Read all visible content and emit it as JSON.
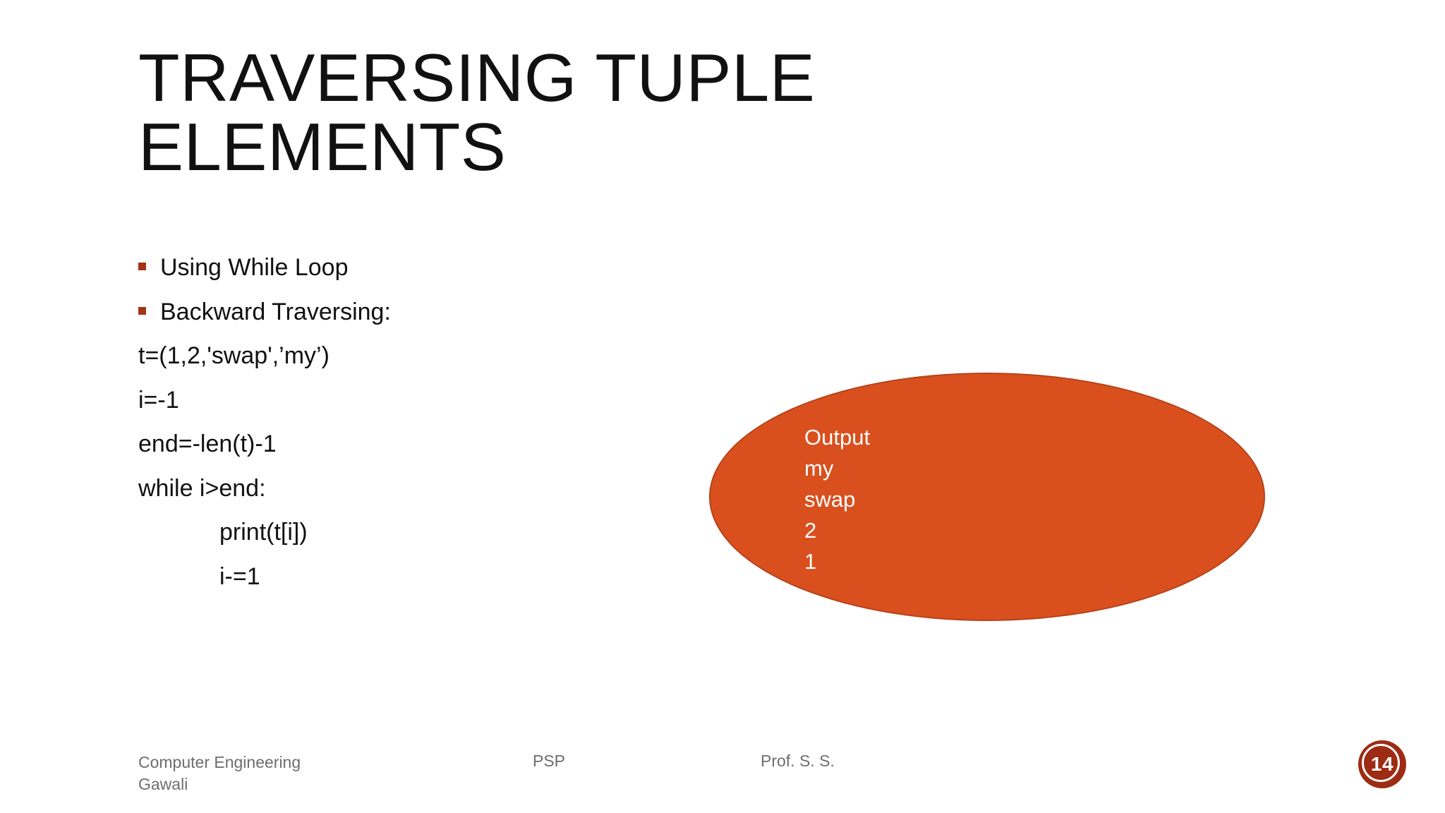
{
  "slide": {
    "background_color": "#FFFFFF",
    "title": "Traversing Tuple Elements",
    "bullets": [
      {
        "text": "Using While Loop",
        "marker": "square-bullet"
      },
      {
        "text": "Backward Traversing:",
        "marker": "square-bullet"
      }
    ],
    "code_lines": [
      {
        "text": "t=(1,2,'swap',’my’)",
        "indent": 0
      },
      {
        "text": "i=-1",
        "indent": 0
      },
      {
        "text": "end=-len(t)-1",
        "indent": 0
      },
      {
        "text": "while i>end:",
        "indent": 0
      },
      {
        "text": "print(t[i])",
        "indent": 1
      },
      {
        "text": "i-=1",
        "indent": 1
      }
    ],
    "callout": {
      "shape": "ellipse",
      "fill_color": "#D9501E",
      "border_color": "#B4431A",
      "text_color": "#FFFFFF",
      "lines": [
        "Output",
        "my",
        "swap",
        "2",
        "1"
      ]
    },
    "footer": {
      "left": "Computer Engineering Gawali",
      "center": "PSP",
      "right": "Prof. S. S.",
      "text_color": "#6E6E6E"
    },
    "page_number": {
      "value": "14",
      "badge_color": "#9E2B14",
      "ring_color": "#FFFFFF"
    },
    "accent_colors": {
      "bullet_marker": "#A53417",
      "callout": "#D9501E",
      "badge": "#9E2B14"
    }
  }
}
